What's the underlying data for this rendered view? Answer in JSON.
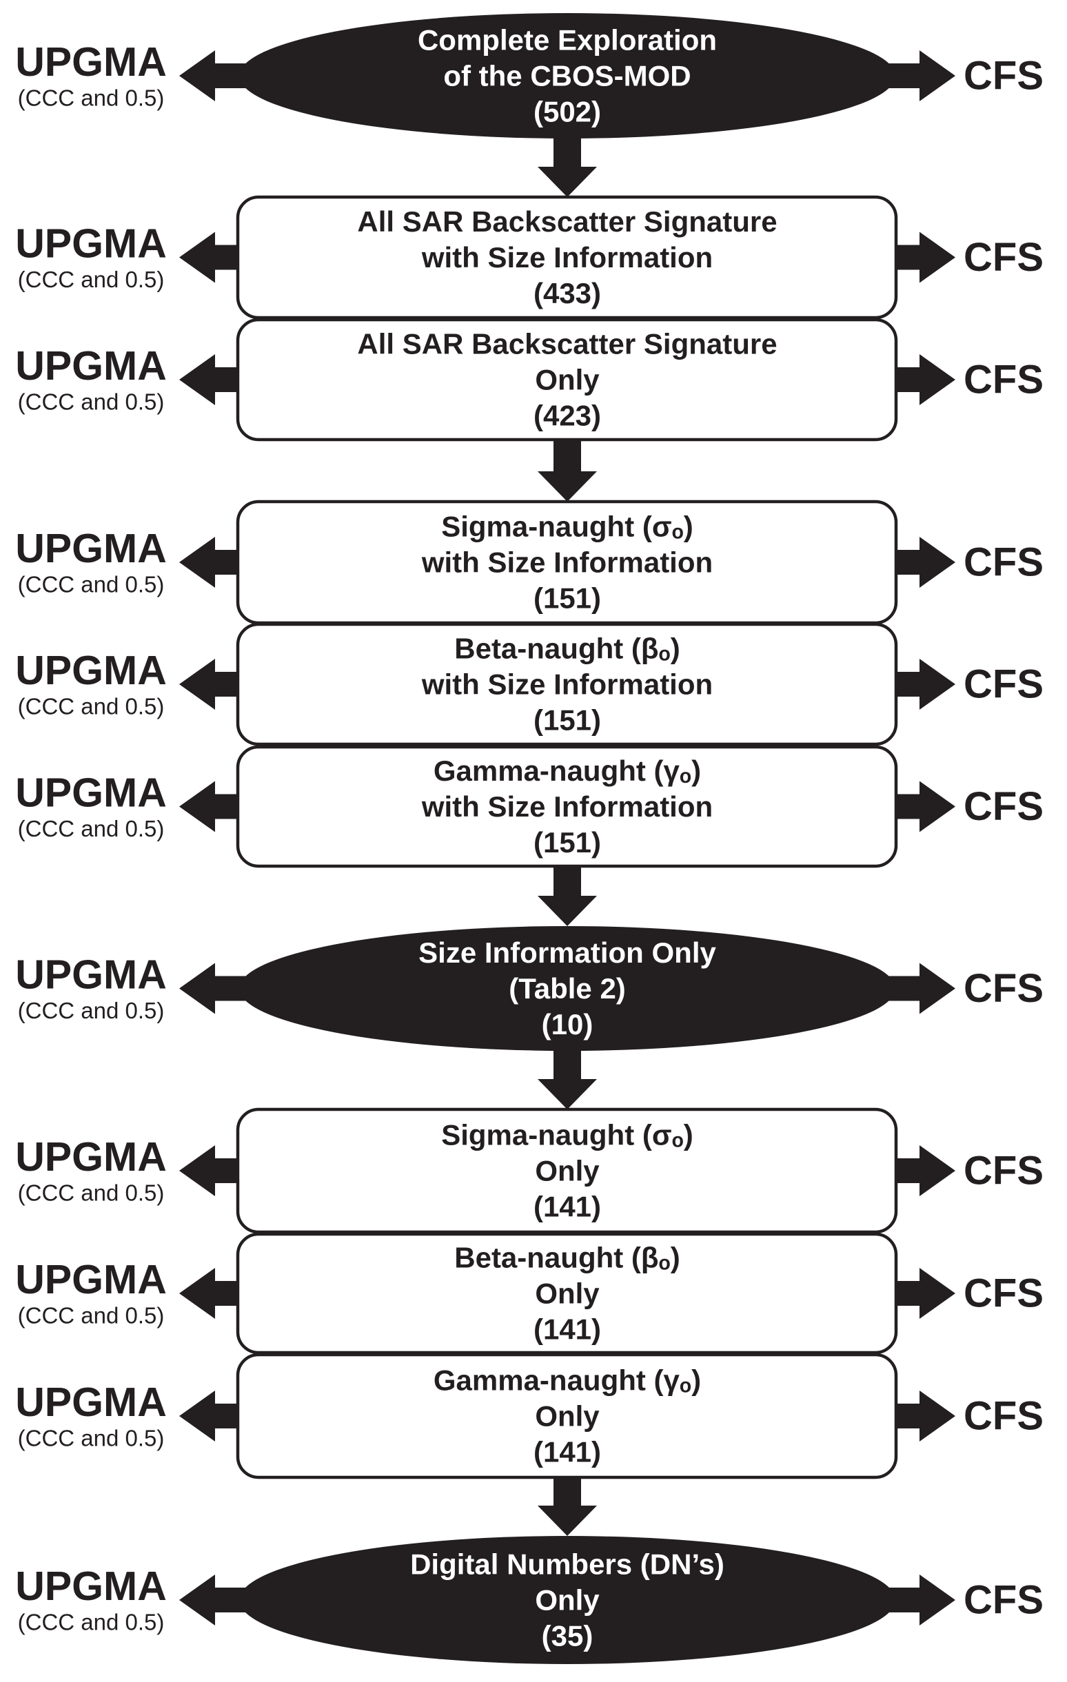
{
  "side_labels": {
    "method_left": "UPGMA",
    "method_left_note": "(CCC and 0.5)",
    "method_right": "CFS"
  },
  "nodes": [
    {
      "shape": "ellipse",
      "lines": [
        "Complete Exploration",
        "of the CBOS-MOD",
        "(502)"
      ]
    },
    {
      "shape": "box",
      "lines": [
        "All SAR Backscatter Signature",
        "with Size Information",
        "(433)"
      ]
    },
    {
      "shape": "box",
      "lines": [
        "All SAR Backscatter Signature",
        "Only",
        "(423)"
      ]
    },
    {
      "shape": "box",
      "lines": [
        "Sigma-naught (σₒ)",
        "with Size Information",
        "(151)"
      ]
    },
    {
      "shape": "box",
      "lines": [
        "Beta-naught (βₒ)",
        "with Size Information",
        "(151)"
      ]
    },
    {
      "shape": "box",
      "lines": [
        "Gamma-naught (γₒ)",
        "with Size Information",
        "(151)"
      ]
    },
    {
      "shape": "ellipse",
      "lines": [
        "Size Information Only",
        "(Table 2)",
        "(10)"
      ]
    },
    {
      "shape": "box",
      "lines": [
        "Sigma-naught (σₒ)",
        "Only",
        "(141)"
      ]
    },
    {
      "shape": "box",
      "lines": [
        "Beta-naught (βₒ)",
        "Only",
        "(141)"
      ]
    },
    {
      "shape": "box",
      "lines": [
        "Gamma-naught (γₒ)",
        "Only",
        "(141)"
      ]
    },
    {
      "shape": "ellipse",
      "lines": [
        "Digital Numbers (DN’s)",
        "Only",
        "(35)"
      ]
    }
  ],
  "colors": {
    "ink": "#231f20",
    "box_fill": "#ffffff",
    "ellipse_text": "#ffffff"
  }
}
